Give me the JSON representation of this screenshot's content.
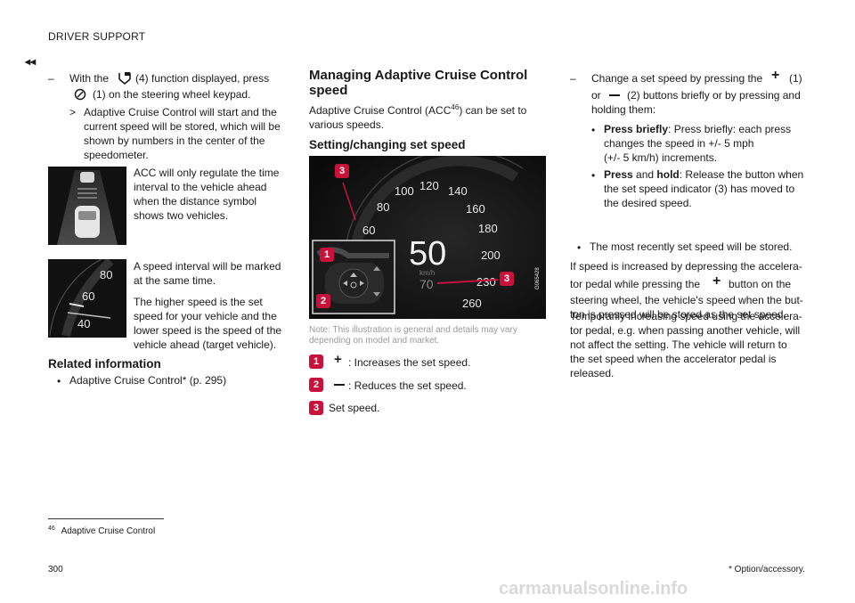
{
  "header": {
    "title": "DRIVER SUPPORT",
    "back_mark": "◂◂"
  },
  "col1": {
    "step_dash": "–",
    "step_before": "With the",
    "step_after": "(4) function displayed, press",
    "step_line2": "(1) on the steering wheel keypad.",
    "result_marker": ">",
    "result_text": [
      "Adaptive Cruise Control will start and the",
      "current speed will be stored, which will be",
      "shown by numbers in the center of the",
      "speedometer."
    ],
    "img1_caption": [
      "ACC will only regulate the time",
      "interval to the vehicle ahead",
      "when the distance symbol",
      "shows two vehicles."
    ],
    "img2_caption_a": [
      "A speed interval will be marked",
      "at the same time."
    ],
    "img2_caption_b": [
      "The higher speed is the set",
      "speed for your vehicle and the",
      "lower speed is the speed of the",
      "vehicle ahead (target vehicle)."
    ],
    "gauge_ticks": [
      "80",
      "60",
      "40"
    ],
    "related_title": "Related information",
    "related_item": "Adaptive Cruise Control* (p. 295)"
  },
  "col2": {
    "title_line1": "Managing Adaptive Cruise Control",
    "title_line2": "speed",
    "intro_a": "Adaptive Cruise Control (ACC",
    "intro_sup": "46",
    "intro_b": ") can be set to",
    "intro_line2": "various speeds.",
    "subtitle": "Setting/changing set speed",
    "speed_ticks": [
      "60",
      "80",
      "100",
      "120",
      "140",
      "160",
      "180",
      "200",
      "230",
      "260"
    ],
    "speed_value": "50",
    "speed_unit": "km/h",
    "target_value": "70",
    "image_code": "G065428",
    "caption": [
      "Note: This illustration is general and details may vary",
      "depending on model and market."
    ],
    "legend": [
      {
        "num": "1",
        "text": ": Increases the set speed."
      },
      {
        "num": "2",
        "text": ": Reduces the set speed."
      },
      {
        "num": "3",
        "text": "Set speed."
      }
    ],
    "badges": [
      "3",
      "1",
      "2",
      "3"
    ],
    "accent": "#c8123c"
  },
  "col3": {
    "dash": "–",
    "line1": "Change a set speed by pressing the",
    "line1_end": "(1)",
    "line2_a": "or",
    "line2_b": "(2) buttons briefly or by pressing and",
    "line3": "holding them:",
    "b1_bold": "Press briefly",
    "b1_text": ": Press briefly: each press",
    "b1_lines": [
      "changes the speed in +/- 5 mph",
      "(+/- 5 km/h) increments."
    ],
    "b2_bold1": "Press",
    "b2_and": " and ",
    "b2_bold2": "hold",
    "b2_text": ": Release the button when",
    "b2_lines": [
      "the set speed indicator (3) has moved to",
      "the desired speed."
    ],
    "b3": "The most recently set speed will be stored.",
    "p1": [
      "If speed is increased by depressing the accelera-"
    ],
    "p1_l2a": "tor pedal while pressing the",
    "p1_l2b": "button on the",
    "p1_rest": [
      "steering wheel, the vehicle's speed when the but-",
      "ton is pressed will be stored as the set speed."
    ],
    "p2": [
      "Temporarily increasing speed using the accelera-",
      "tor pedal, e.g. when passing another vehicle, will",
      "not affect the setting. The vehicle will return to",
      "the set speed when the accelerator pedal is",
      "released."
    ]
  },
  "footnote": {
    "num": "46",
    "text": "Adaptive Cruise Control"
  },
  "footer": {
    "page": "300",
    "note": "* Option/accessory."
  },
  "watermark": "carmanualsonline.info"
}
